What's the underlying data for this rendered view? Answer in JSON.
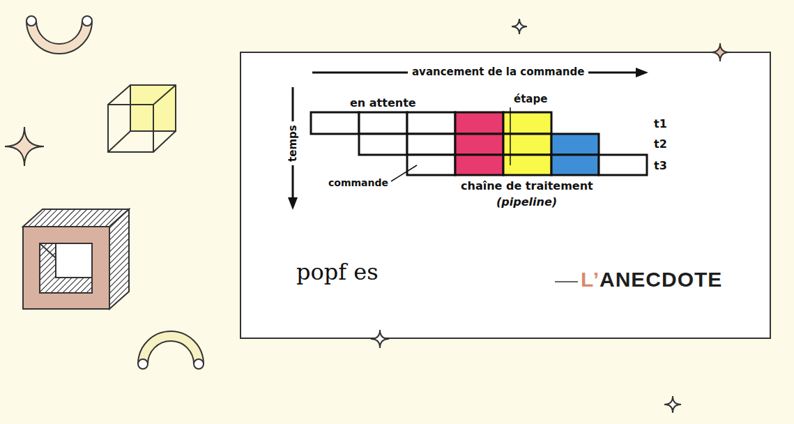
{
  "diagram": {
    "labels": [
      "avancement de la commande",
      "temps",
      "étape",
      "en attente",
      "t1",
      "t2",
      "t3",
      "commande",
      "chaîne de traitement",
      "(pipeline)",
      "popf es",
      "L’ANECDOTE"
    ]
  }
}
